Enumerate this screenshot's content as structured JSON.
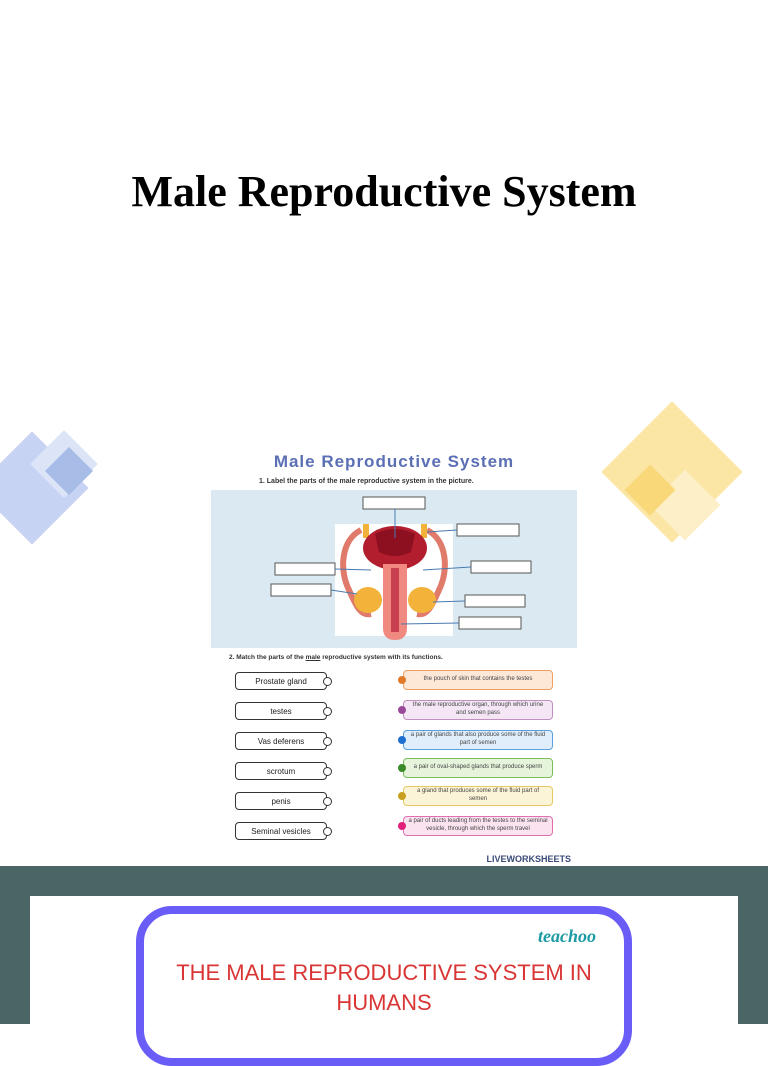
{
  "page": {
    "title": "Male Reproductive System"
  },
  "worksheet": {
    "title": "Male Reproductive System",
    "question1": "1.    Label the parts of the male reproductive system in the picture.",
    "question2_prefix": "2.    Match the parts of the ",
    "question2_underlined": "male",
    "question2_suffix": " reproductive system with its functions.",
    "parts": [
      "Prostate gland",
      "testes",
      "Vas deferens",
      "scrotum",
      "penis",
      "Seminal vesicles"
    ],
    "functions": [
      "the pouch of skin that contains the testes",
      "the male reproductive organ, through which urine and semen pass",
      "a pair of glands that also produce some of the fluid part of semen",
      "a pair of oval-shaped glands that produce sperm",
      "a gland that produces some of the fluid part of semen",
      "a pair of ducts leading from the testes to the seminal vesicle, through which the sperm travel"
    ],
    "brand": "LIVEWORKSHEETS"
  },
  "teachoo": {
    "logo": "teachoo",
    "title": "THE MALE REPRODUCTIVE SYSTEM IN HUMANS"
  },
  "colors": {
    "function_borders": [
      "#f0a060",
      "#c090c0",
      "#5aa0e0",
      "#7bbf5a",
      "#e8c860",
      "#e070b0"
    ],
    "function_fills": [
      "#fde8d8",
      "#f4e6f4",
      "#e0eefb",
      "#e6f4dc",
      "#fcf4d6",
      "#fbe4f0"
    ],
    "function_dots": [
      "#e07a2a",
      "#9a4a9a",
      "#1f6fd0",
      "#3a8a2a",
      "#c8a020",
      "#e0207a"
    ]
  }
}
